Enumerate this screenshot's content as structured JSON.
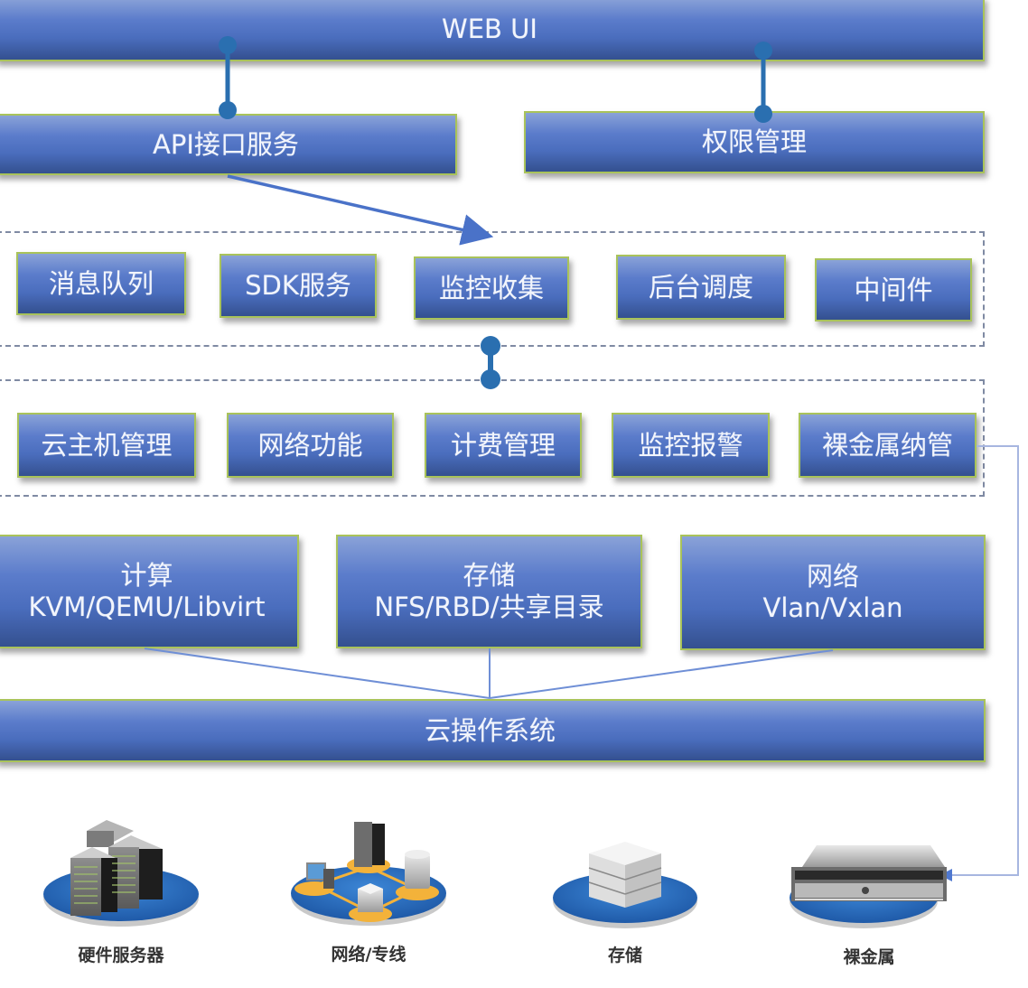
{
  "diagram": {
    "top_layer": {
      "web_ui": "WEB UI",
      "api_service": "API接口服务",
      "permission_mgmt": "权限管理"
    },
    "service_layer": {
      "items": [
        "消息队列",
        "SDK服务",
        "监控收集",
        "后台调度",
        "中间件"
      ]
    },
    "function_layer": {
      "items": [
        "云主机管理",
        "网络功能",
        "计费管理",
        "监控报警",
        "裸金属纳管"
      ]
    },
    "infra_layer": {
      "compute": {
        "title": "计算",
        "detail": "KVM/QEMU/Libvirt"
      },
      "storage": {
        "title": "存储",
        "detail": "NFS/RBD/共享目录"
      },
      "network": {
        "title": "网络",
        "detail": "Vlan/Vxlan"
      }
    },
    "os_layer": "云操作系统",
    "resources": [
      {
        "label": "硬件服务器",
        "icon": "server-rack-icon"
      },
      {
        "label": "网络/专线",
        "icon": "network-topology-icon"
      },
      {
        "label": "存储",
        "icon": "storage-stack-icon"
      },
      {
        "label": "裸金属",
        "icon": "bare-metal-server-icon"
      }
    ],
    "colors": {
      "box_top": "#8aa2d8",
      "box_bottom": "#34508f",
      "box_border": "#a9c35a",
      "connector": "#2a6fb0",
      "thin_line": "#6f8fd6",
      "dashed_border": "#7f8aa3",
      "platform_blue": "#2f72c4",
      "platform_orange": "#f3b23a"
    }
  }
}
